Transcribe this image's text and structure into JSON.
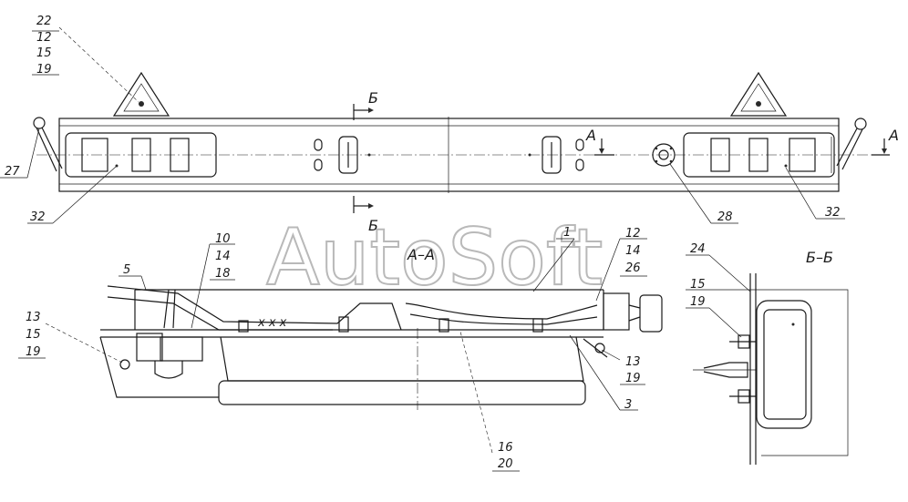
{
  "watermark": "AutoSoft",
  "sections": {
    "aa": "A–A",
    "bb": "Б–Б",
    "cut_b_top": "Б",
    "cut_b_bottom": "Б",
    "cut_a_left": "A",
    "cut_a_right": "A"
  },
  "callouts": {
    "c22": [
      "22",
      "12",
      "15",
      "19"
    ],
    "c27": [
      "27"
    ],
    "c32_left": [
      "32"
    ],
    "c28": [
      "28"
    ],
    "c32_right": [
      "32"
    ],
    "c10": [
      "10",
      "14",
      "18"
    ],
    "c5": [
      "5"
    ],
    "c13_left": [
      "13",
      "15",
      "19"
    ],
    "c1": [
      "1"
    ],
    "c12": [
      "12",
      "14",
      "26"
    ],
    "c13_right": [
      "13",
      "19"
    ],
    "c3": [
      "3"
    ],
    "c16": [
      "16",
      "20"
    ],
    "c24": [
      "24"
    ],
    "c15": [
      "15",
      "19"
    ]
  },
  "colors": {
    "line": "#1a1a1a",
    "watermark": "#b9b9b9",
    "background": "#ffffff"
  }
}
